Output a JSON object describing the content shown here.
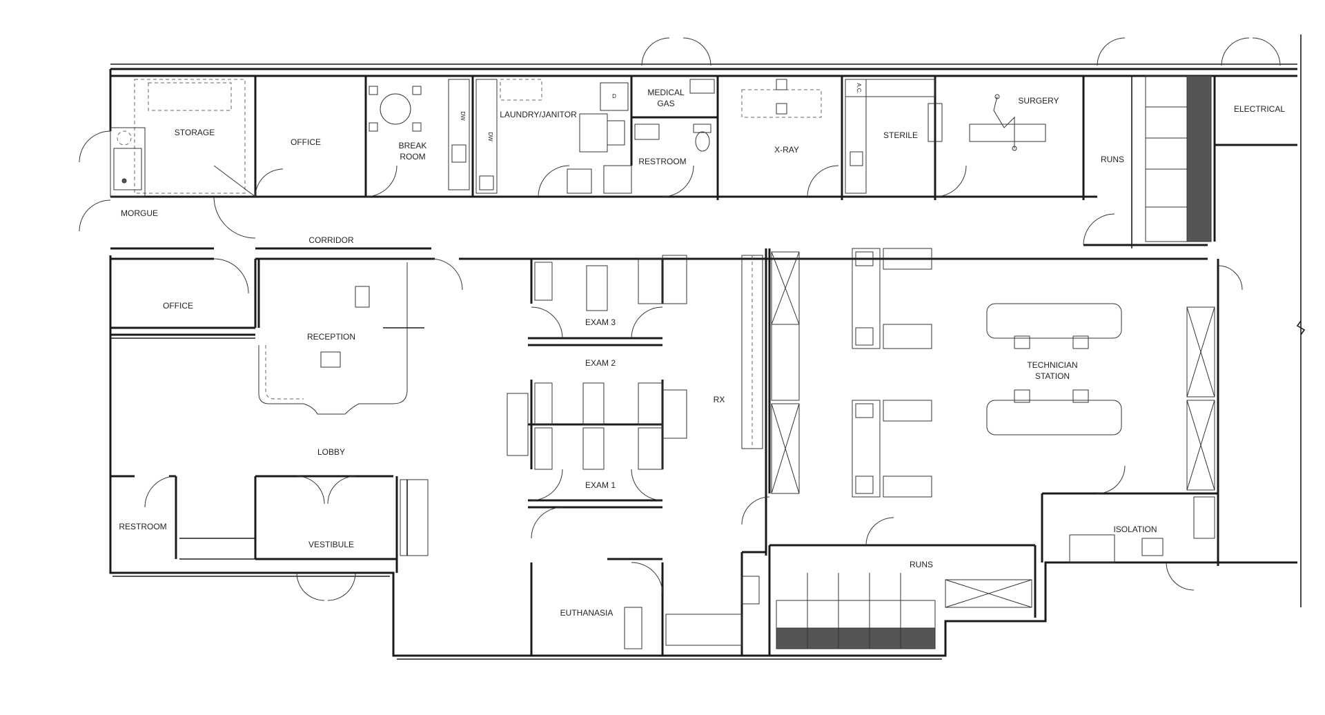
{
  "rooms": [
    {
      "id": "storage",
      "label": "STORAGE"
    },
    {
      "id": "office-top",
      "label": "OFFICE"
    },
    {
      "id": "break-room-1",
      "label": "BREAK"
    },
    {
      "id": "break-room-2",
      "label": "ROOM"
    },
    {
      "id": "laundry",
      "label": "LAUNDRY/JANITOR"
    },
    {
      "id": "medical-gas-1",
      "label": "MEDICAL"
    },
    {
      "id": "medical-gas-2",
      "label": "GAS"
    },
    {
      "id": "restroom-top",
      "label": "RESTROOM"
    },
    {
      "id": "x-ray",
      "label": "X-RAY"
    },
    {
      "id": "sterile",
      "label": "STERILE"
    },
    {
      "id": "surgery",
      "label": "SURGERY"
    },
    {
      "id": "runs-top",
      "label": "RUNS"
    },
    {
      "id": "electrical",
      "label": "ELECTRICAL"
    },
    {
      "id": "morgue",
      "label": "MORGUE"
    },
    {
      "id": "corridor",
      "label": "CORRIDOR"
    },
    {
      "id": "office-left",
      "label": "OFFICE"
    },
    {
      "id": "reception",
      "label": "RECEPTION"
    },
    {
      "id": "exam-3",
      "label": "EXAM 3"
    },
    {
      "id": "exam-2",
      "label": "EXAM 2"
    },
    {
      "id": "exam-1",
      "label": "EXAM 1"
    },
    {
      "id": "rx",
      "label": "RX"
    },
    {
      "id": "technician-1",
      "label": "TECHNICIAN"
    },
    {
      "id": "technician-2",
      "label": "STATION"
    },
    {
      "id": "lobby",
      "label": "LOBBY"
    },
    {
      "id": "restroom-left",
      "label": "RESTROOM"
    },
    {
      "id": "vestibule",
      "label": "VESTIBULE"
    },
    {
      "id": "euthanasia",
      "label": "EUTHANASIA"
    },
    {
      "id": "runs-bottom",
      "label": "RUNS"
    },
    {
      "id": "isolation",
      "label": "ISOLATION"
    }
  ],
  "fixture_marks": {
    "dw1": "DW",
    "dw2": "DW",
    "dryer": "D",
    "ac": "A.C."
  }
}
